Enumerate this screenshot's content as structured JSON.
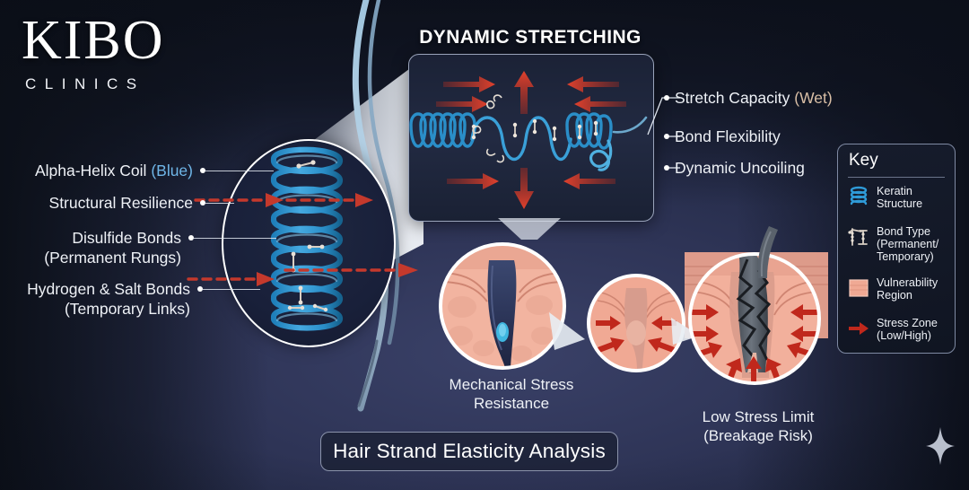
{
  "brand": {
    "name": "KIBO",
    "subtitle": "CLINICS"
  },
  "main_title": "Hair Strand Elasticity Analysis",
  "inset": {
    "title": "DYNAMIC STRETCHING"
  },
  "left_labels": [
    {
      "id": "alpha-helix-coil",
      "text": "Alpha-Helix Coil ",
      "accent": "(Blue)",
      "accent_color": "#6fb6e8",
      "line2": ""
    },
    {
      "id": "structural-resilience",
      "text": "Structural Resilience",
      "accent": "",
      "line2": ""
    },
    {
      "id": "disulfide-bonds",
      "text": "Disulfide Bonds",
      "accent": "",
      "line2": "(Permanent Rungs)"
    },
    {
      "id": "hydrogen-salt-bonds",
      "text": "Hydrogen & Salt Bonds",
      "accent": "",
      "line2": "(Temporary Links)"
    }
  ],
  "right_labels": [
    {
      "id": "stretch-capacity",
      "text": "Stretch Capacity ",
      "accent": "(Wet)",
      "accent_color": "#d9bfa6"
    },
    {
      "id": "bond-flexibility",
      "text": "Bond Flexibility",
      "accent": ""
    },
    {
      "id": "dynamic-uncoiling",
      "text": "Dynamic Uncoiling",
      "accent": ""
    }
  ],
  "key": {
    "title": "Key",
    "items": [
      {
        "icon": "keratin-coil-icon",
        "line1": "Keratin",
        "line2": "Structure",
        "line3": ""
      },
      {
        "icon": "bond-ladder-icon",
        "line1": "Bond Type",
        "line2": "(Permanent/",
        "line3": "Temporary)"
      },
      {
        "icon": "vulnerability-swatch-icon",
        "line1": "Vulnerability",
        "line2": "Region",
        "line3": ""
      },
      {
        "icon": "stress-arrow-icon",
        "line1": "Stress Zone",
        "line2": "(Low/High)",
        "line3": ""
      }
    ]
  },
  "captions": [
    {
      "id": "mechanical-stress-resistance",
      "line1": "Mechanical Stress",
      "line2": "Resistance"
    },
    {
      "id": "low-stress-limit",
      "line1": "Low Stress Limit",
      "line2": "(Breakage Risk)"
    }
  ],
  "colors": {
    "background_dark": "#10141f",
    "background_mid": "#2e3456",
    "keratin_blue": "#2f9bd8",
    "keratin_blue_light": "#7fc8ef",
    "stress_red": "#d63a2a",
    "stress_red_dark": "#b62f22",
    "skin_salmon": "#f0a894",
    "skin_salmon_light": "#f5c4b4",
    "follicle_dark": "#2b3350",
    "text_primary": "#eef1f6",
    "accent_blue_text": "#6fb6e8",
    "accent_tan_text": "#d9bfa6",
    "border_grey": "#8b93ab"
  }
}
